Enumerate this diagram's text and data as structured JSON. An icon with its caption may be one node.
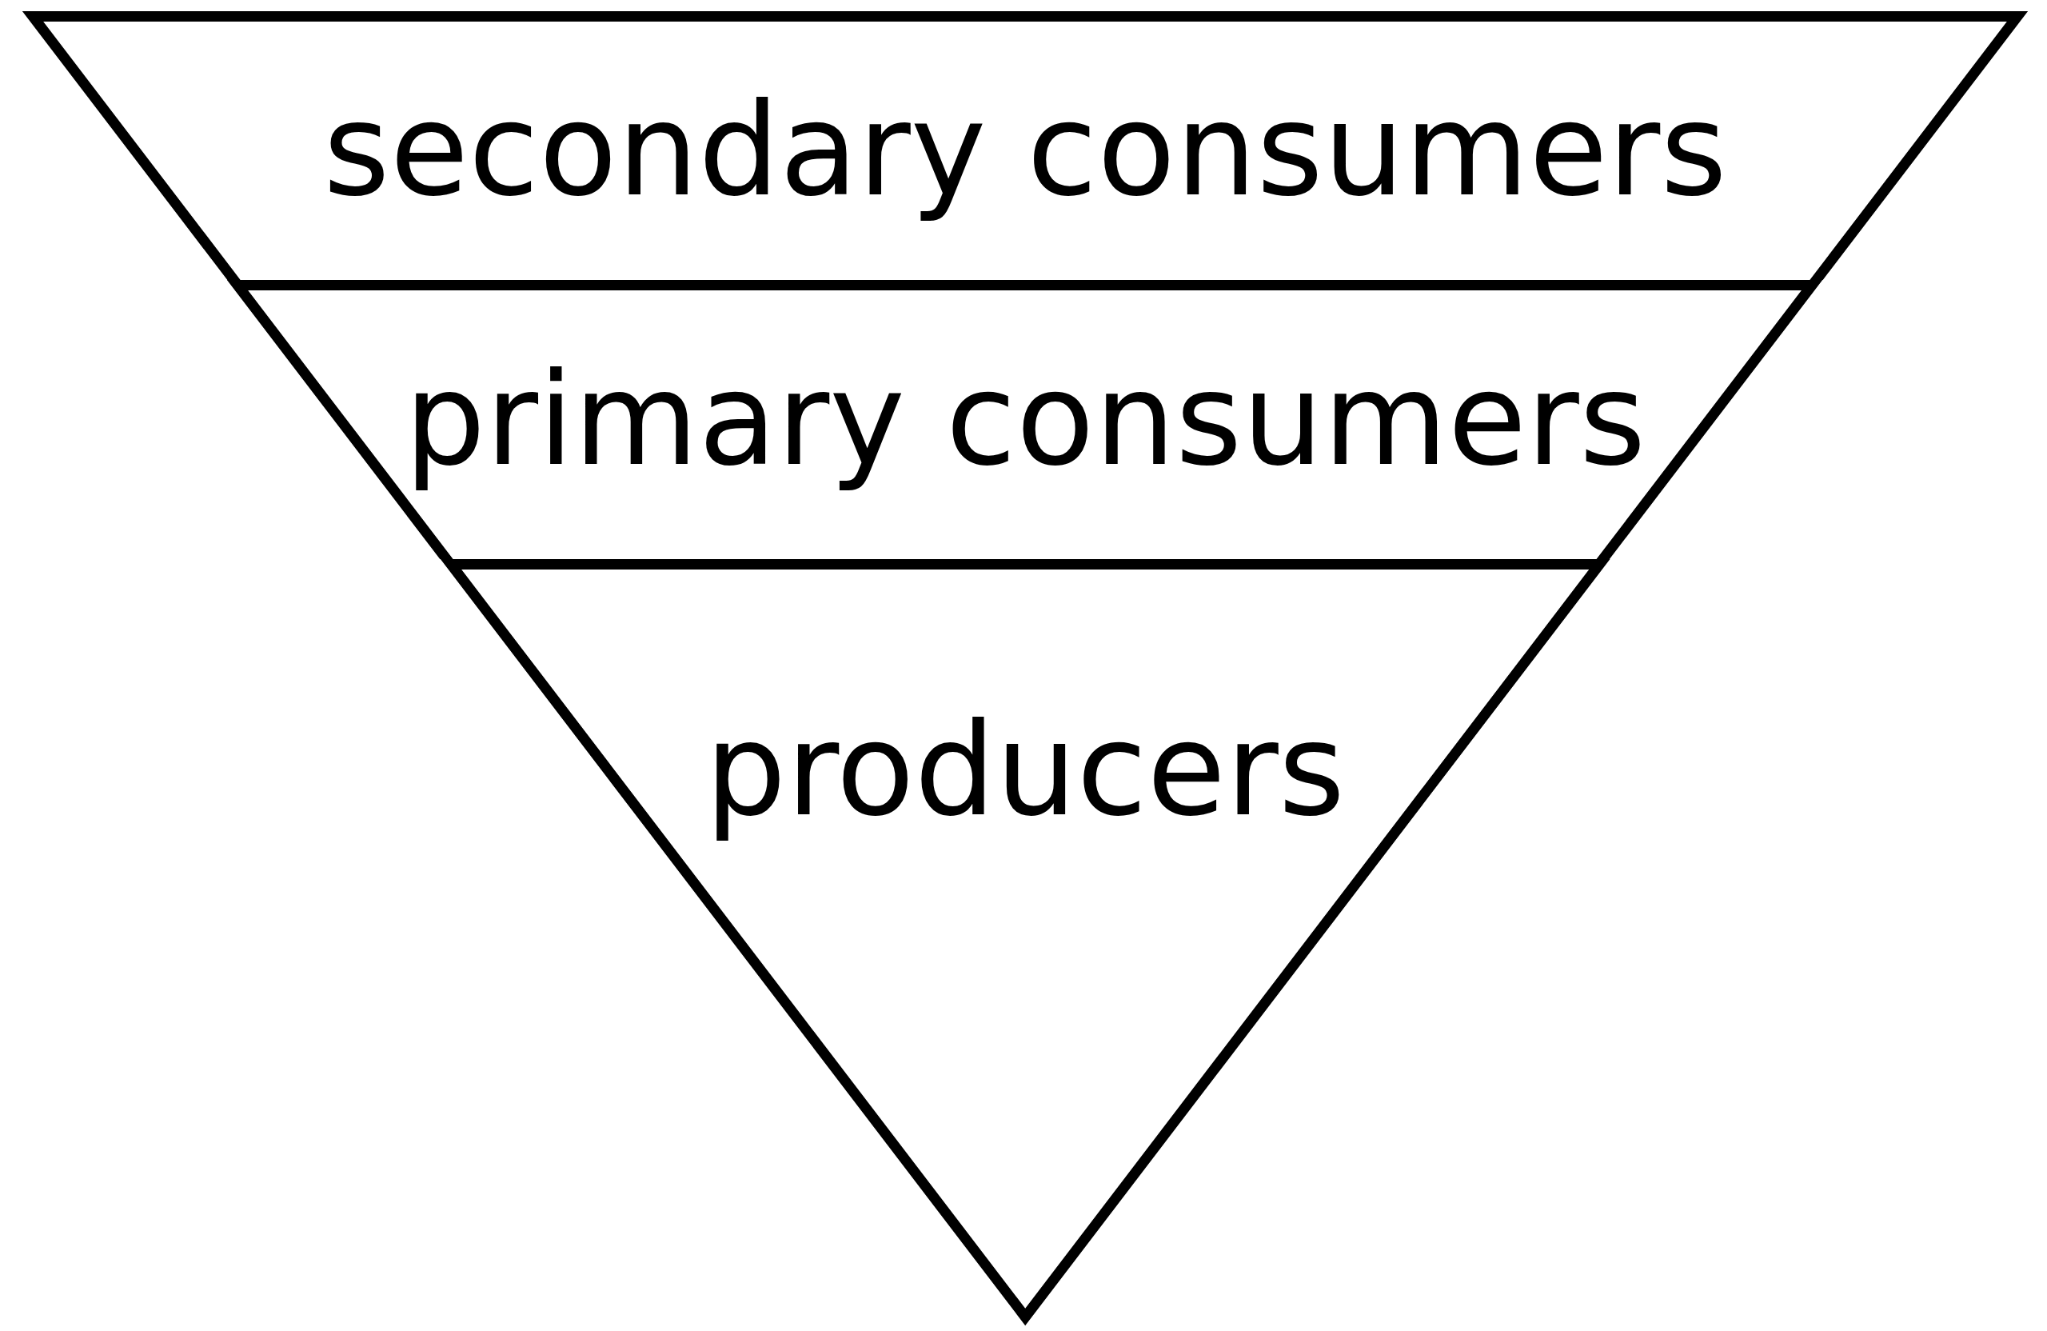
{
  "diagram": {
    "nodes": [
      {
        "text": [
          "secondary consumers"
        ]
      },
      {
        "text": [
          "primary consumers"
        ]
      },
      {
        "text": [
          "producers"
        ]
      }
    ]
  }
}
